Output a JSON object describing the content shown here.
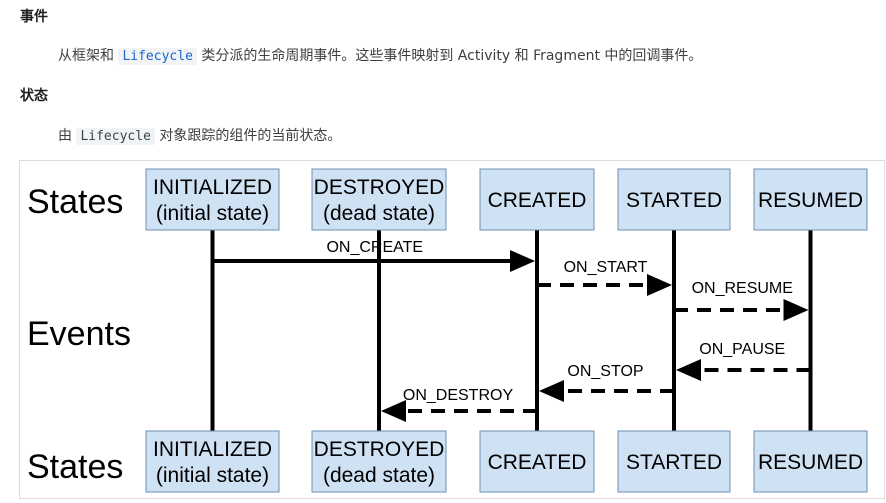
{
  "definitions": {
    "events_term": "事件",
    "events_desc_prefix": "从框架和",
    "events_desc_code": "Lifecycle",
    "events_desc_suffix": "类分派的生命周期事件。这些事件映射到 Activity 和 Fragment 中的回调事件。",
    "states_term": "状态",
    "states_desc_prefix": "由",
    "states_desc_code": "Lifecycle",
    "states_desc_suffix": "对象跟踪的组件的当前状态。"
  },
  "diagram": {
    "top_row_label": "States",
    "events_row_label": "Events",
    "bottom_row_label": "States",
    "states": [
      {
        "line1": "INITIALIZED",
        "line2": "(initial state)"
      },
      {
        "line1": "DESTROYED",
        "line2": "(dead state)"
      },
      {
        "line1": "CREATED",
        "line2": ""
      },
      {
        "line1": "STARTED",
        "line2": ""
      },
      {
        "line1": "RESUMED",
        "line2": ""
      }
    ],
    "events": [
      {
        "label": "ON_CREATE",
        "from": 0,
        "to": 2,
        "style": "solid"
      },
      {
        "label": "ON_START",
        "from": 2,
        "to": 3,
        "style": "dashed"
      },
      {
        "label": "ON_RESUME",
        "from": 3,
        "to": 4,
        "style": "dashed"
      },
      {
        "label": "ON_PAUSE",
        "from": 4,
        "to": 3,
        "style": "dashed"
      },
      {
        "label": "ON_STOP",
        "from": 3,
        "to": 2,
        "style": "dashed"
      },
      {
        "label": "ON_DESTROY",
        "from": 2,
        "to": 1,
        "style": "dashed"
      }
    ]
  }
}
